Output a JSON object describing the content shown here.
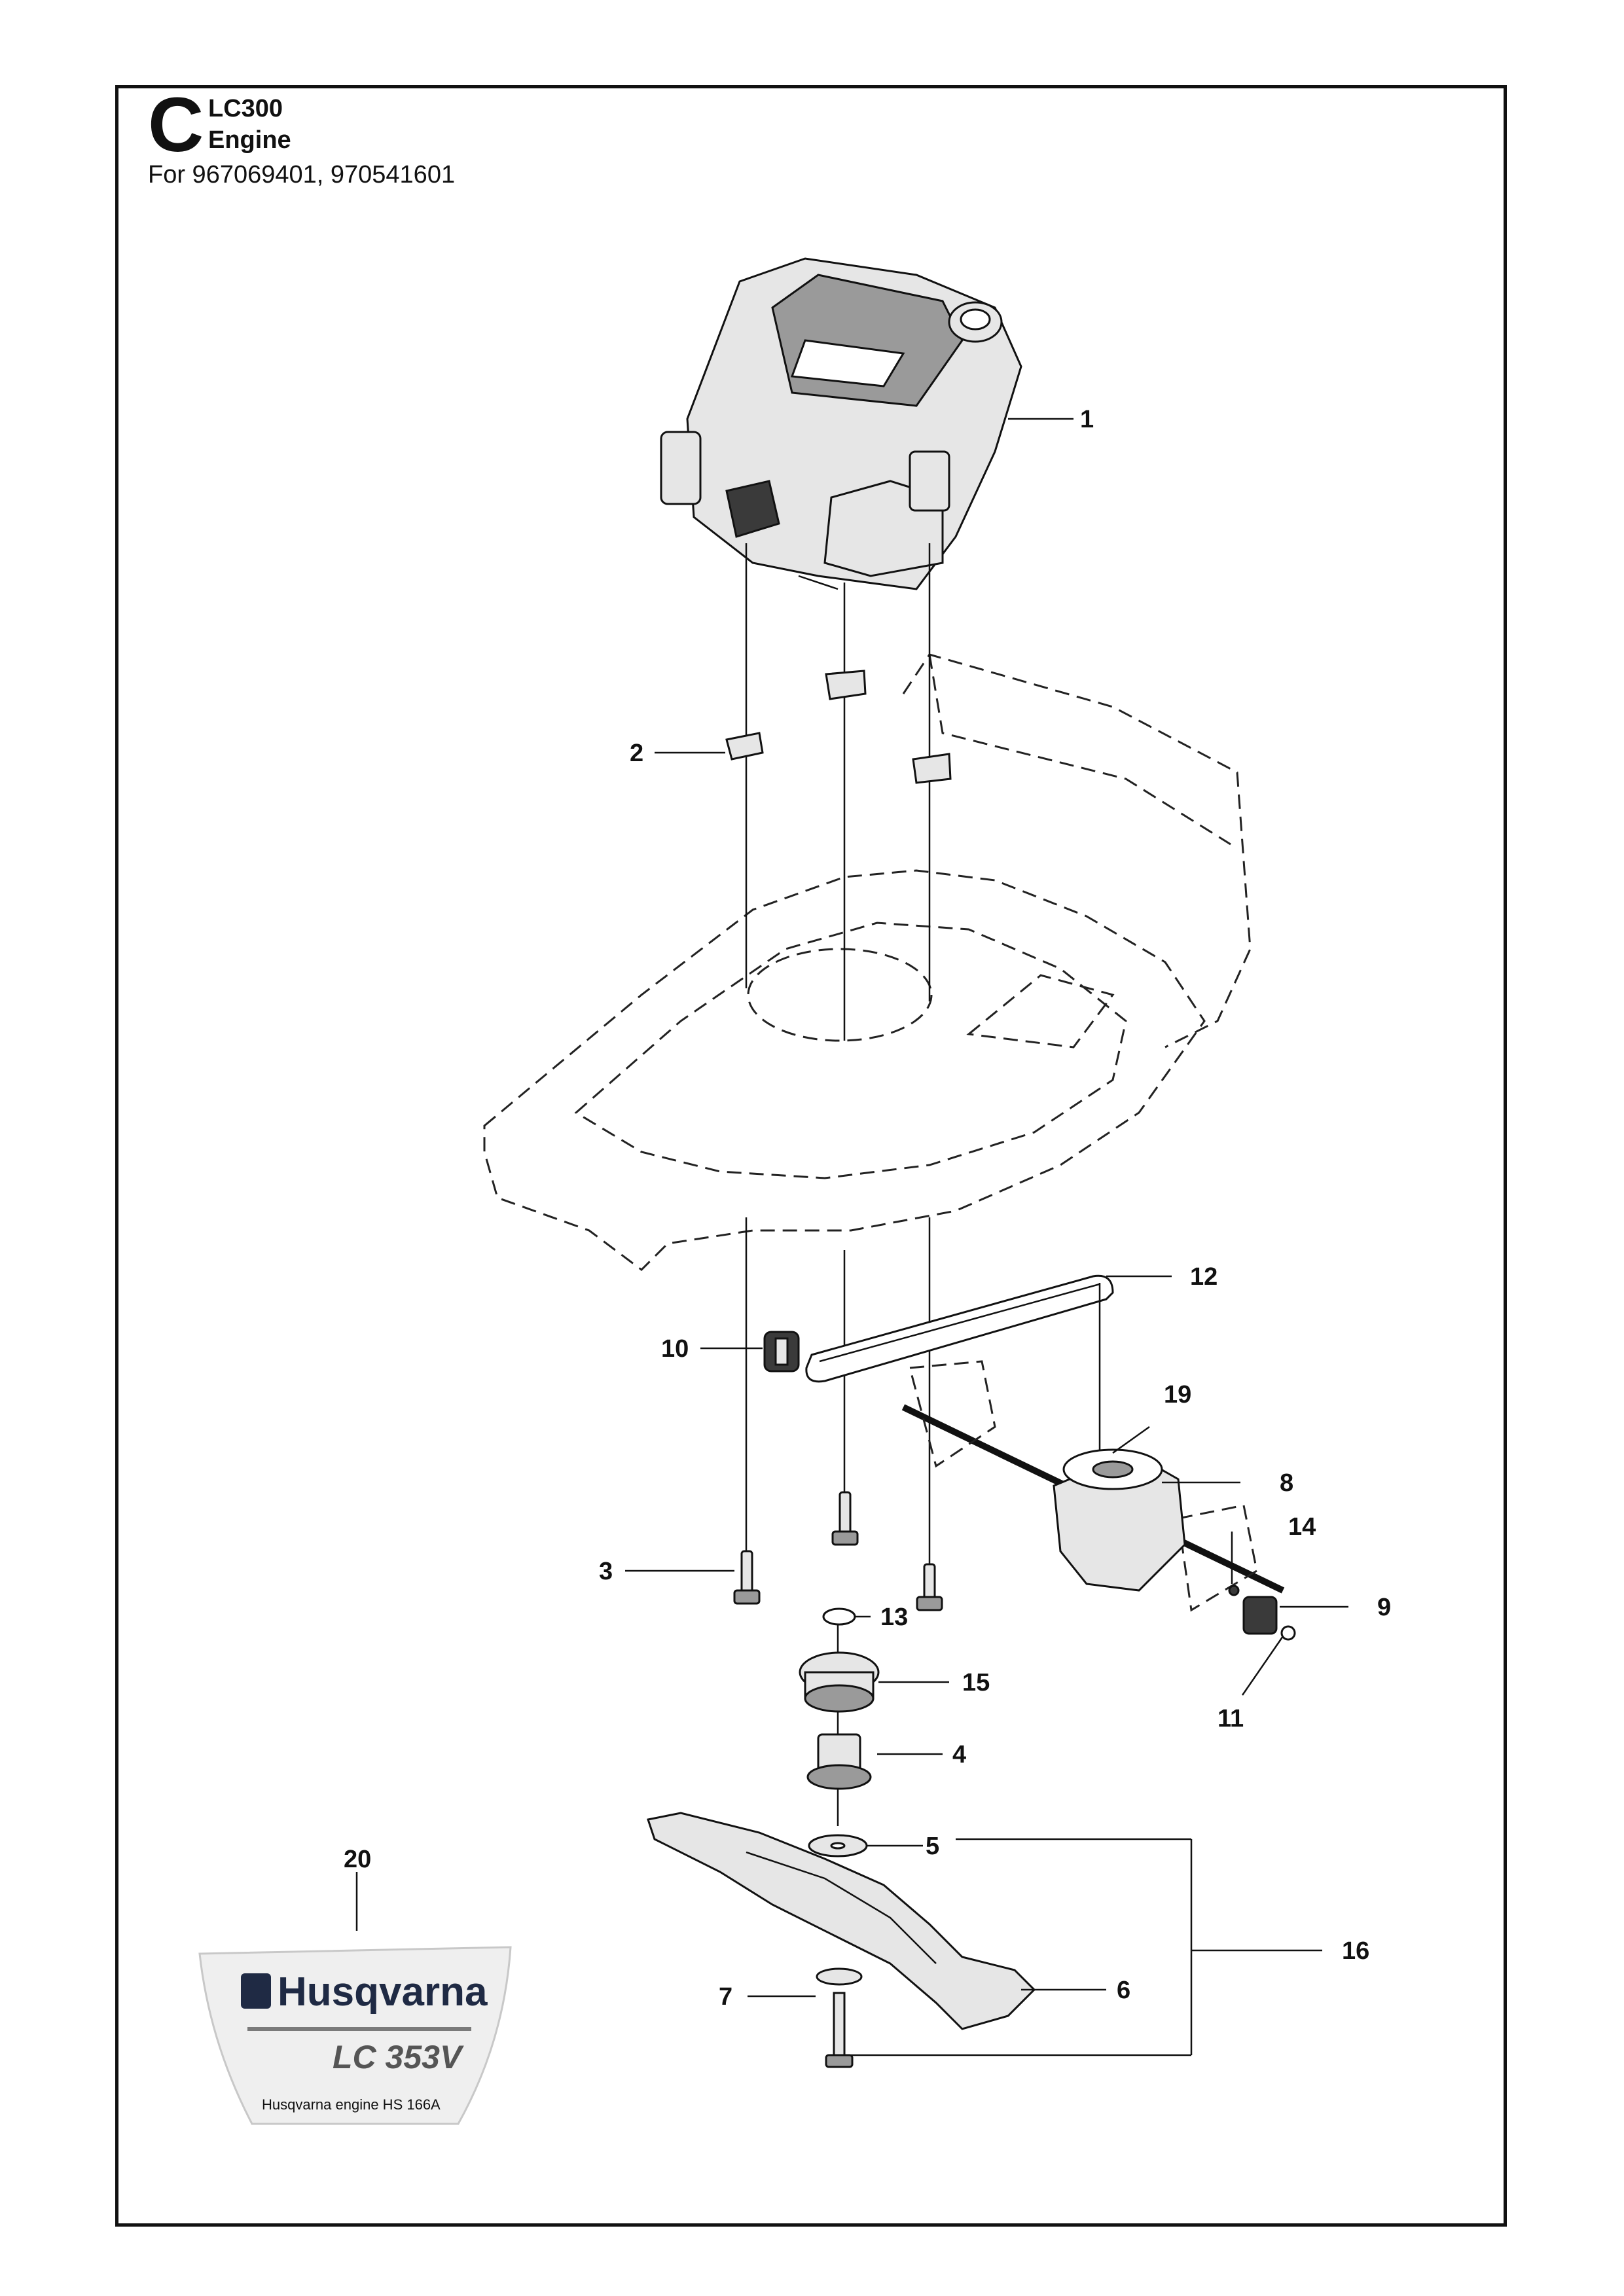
{
  "header": {
    "section_letter": "C",
    "model": "LC300",
    "section_name": "Engine",
    "applies_to": "For 967069401, 970541601"
  },
  "callouts": [
    "1",
    "2",
    "3",
    "4",
    "5",
    "6",
    "7",
    "8",
    "9",
    "10",
    "11",
    "12",
    "13",
    "14",
    "15",
    "16",
    "19",
    "20"
  ],
  "decal": {
    "brand": "Husqvarna",
    "model": "LC 353V",
    "note": "Husqvarna engine HS 166A"
  }
}
